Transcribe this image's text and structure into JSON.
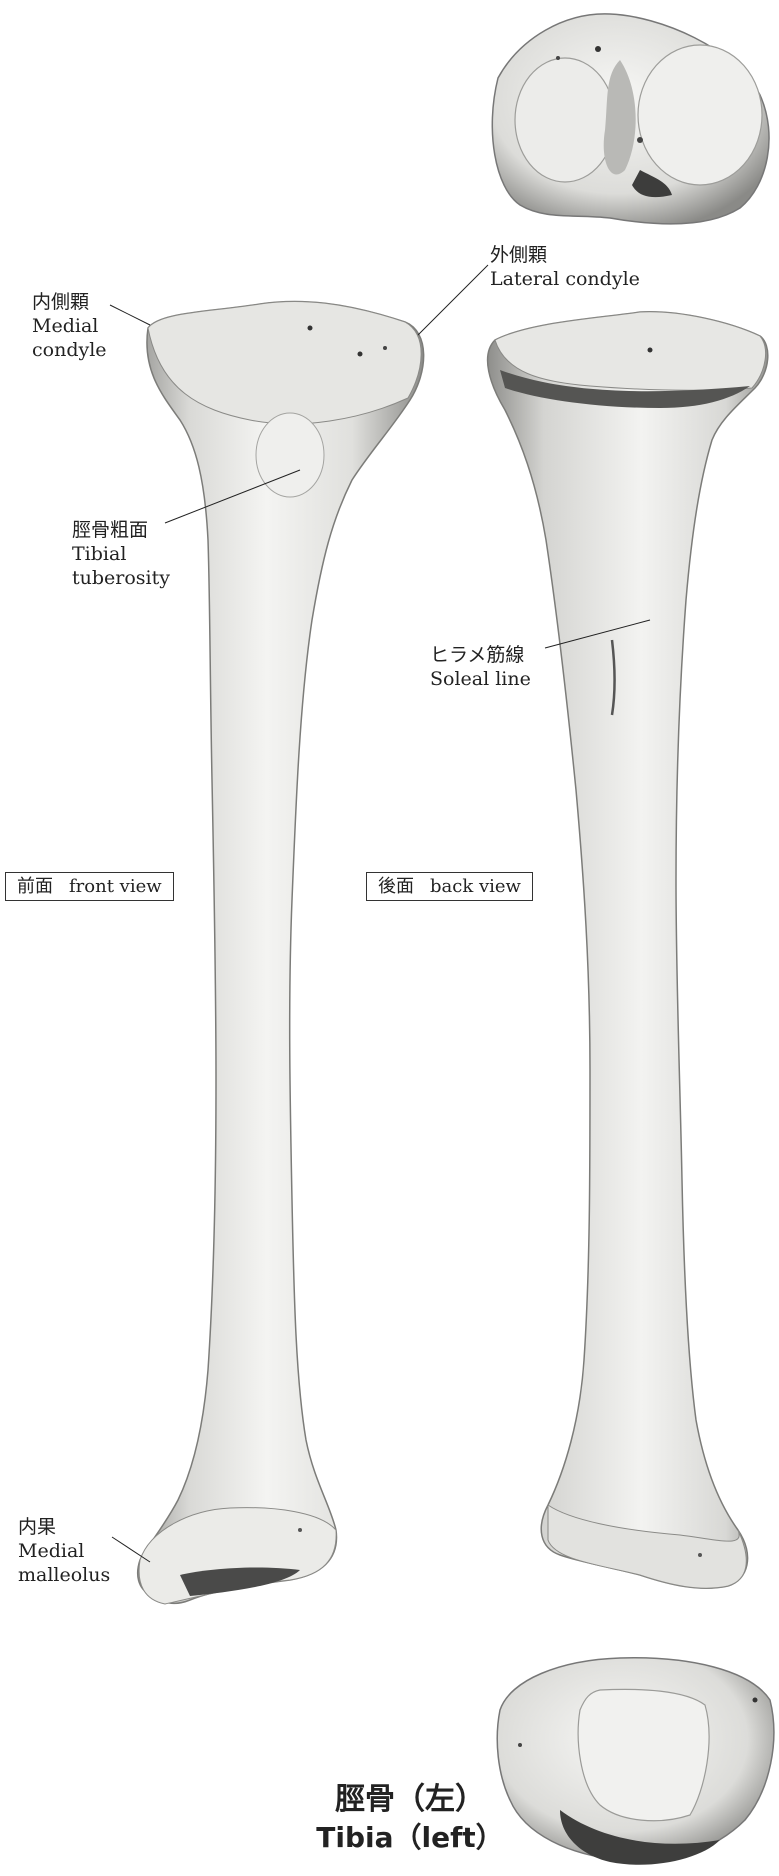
{
  "labels": {
    "medial_condyle": {
      "jp": "内側顆",
      "en": "Medial condyle"
    },
    "lateral_condyle": {
      "jp": "外側顆",
      "en": "Lateral condyle"
    },
    "tibial_tuberosity": {
      "jp": "脛骨粗面",
      "en": "Tibial tuberosity"
    },
    "soleal_line": {
      "jp": "ヒラメ筋線",
      "en": "Soleal line"
    },
    "medial_malleolus": {
      "jp": "内果",
      "en": "Medial malleolus"
    }
  },
  "views": {
    "front": {
      "jp": "前面",
      "en": "front view"
    },
    "back": {
      "jp": "後面",
      "en": "back view"
    }
  },
  "title": {
    "jp": "脛骨（左）",
    "en": "Tibia（left）"
  },
  "colors": {
    "bone_light": "#f2f2f0",
    "bone_mid": "#d6d6d3",
    "bone_dark": "#8f8f8c",
    "leader_line": "#222222"
  }
}
